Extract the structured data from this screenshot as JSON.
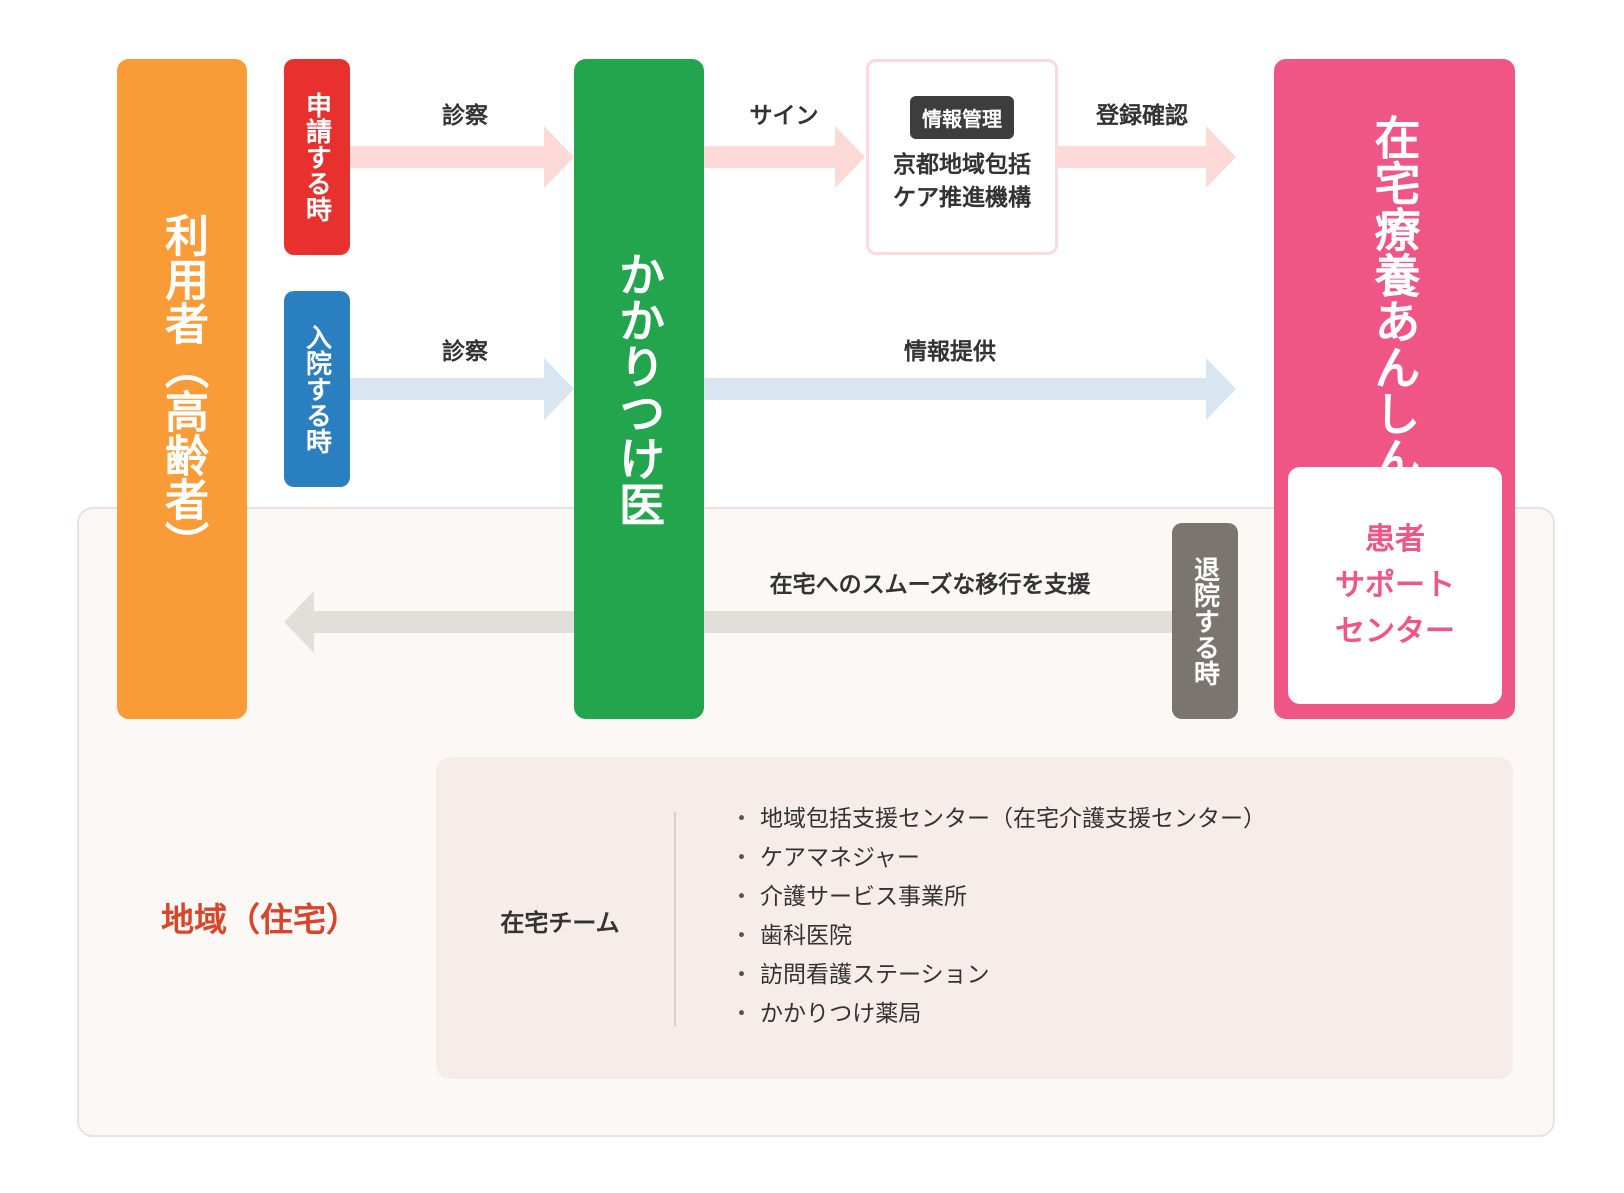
{
  "region": {
    "label": "地域（住宅）"
  },
  "user": {
    "label": "利用者（高齢者）",
    "color": "#f99b36"
  },
  "doctor": {
    "label": "かかりつけ医",
    "color": "#22a54d"
  },
  "hospital": {
    "label": "在宅療養あんしん病院",
    "color": "#ef5585",
    "support_center": "患者\nサポート\nセンター"
  },
  "kyoto": {
    "tag": "情報管理",
    "name": "京都地域包括\nケア推進機構"
  },
  "triggers": {
    "apply": {
      "label": "申請する時",
      "color": "#e8302f"
    },
    "admit": {
      "label": "入院する時",
      "color": "#2a7fc0"
    },
    "discharge": {
      "label": "退院する時",
      "color": "#7a756e"
    }
  },
  "flows": {
    "exam1": "診察",
    "sign": "サイン",
    "confirm": "登録確認",
    "exam2": "診察",
    "info": "情報提供",
    "transition": "在宅へのスムーズな移行を支援"
  },
  "team": {
    "label": "在宅チーム",
    "bullet": "・",
    "members": [
      "地域包括支援センター（在宅介護支援センター）",
      "ケアマネジャー",
      "介護サービス事業所",
      "歯科医院",
      "訪問看護ステーション",
      "かかりつけ薬局"
    ]
  }
}
